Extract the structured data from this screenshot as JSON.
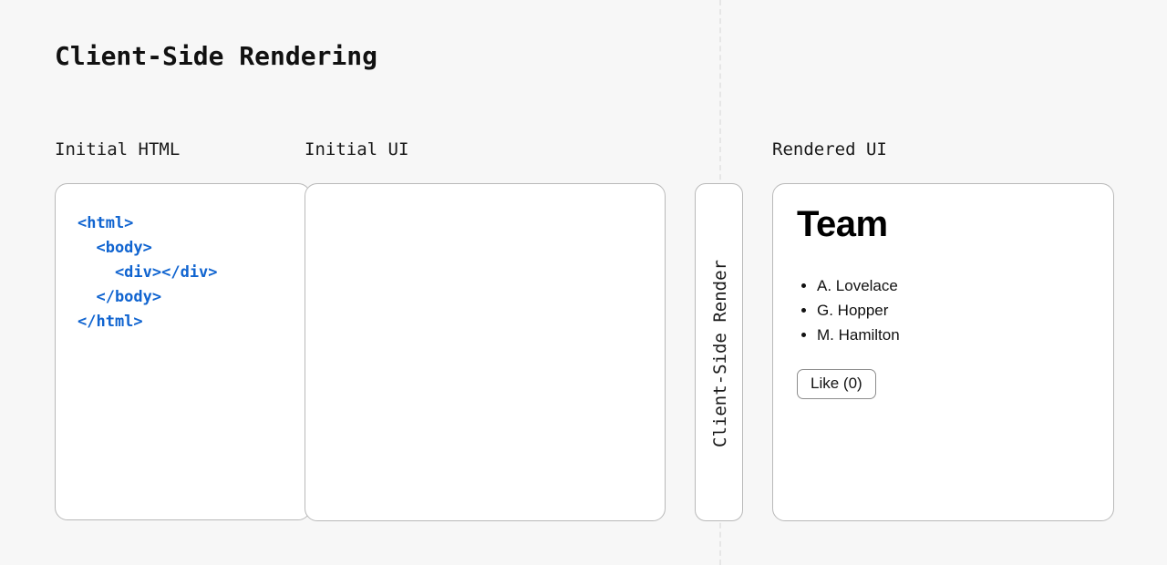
{
  "page": {
    "title": "Client-Side Rendering",
    "background_color": "#f7f7f7"
  },
  "columns": {
    "initial_html_caption": "Initial HTML",
    "initial_ui_caption": "Initial UI",
    "rendered_ui_caption": "Rendered UI"
  },
  "initial_html_panel": {
    "code": "<html>\n  <body>\n    <div></div>\n  </body>\n</html>",
    "code_color": "#1064d0"
  },
  "initial_ui_panel": {
    "content": ""
  },
  "render_step": {
    "label": "Client-Side Render"
  },
  "rendered_ui_panel": {
    "heading": "Team",
    "list": [
      "A. Lovelace",
      "G. Hopper",
      "M. Hamilton"
    ],
    "button_label": "Like (0)"
  }
}
